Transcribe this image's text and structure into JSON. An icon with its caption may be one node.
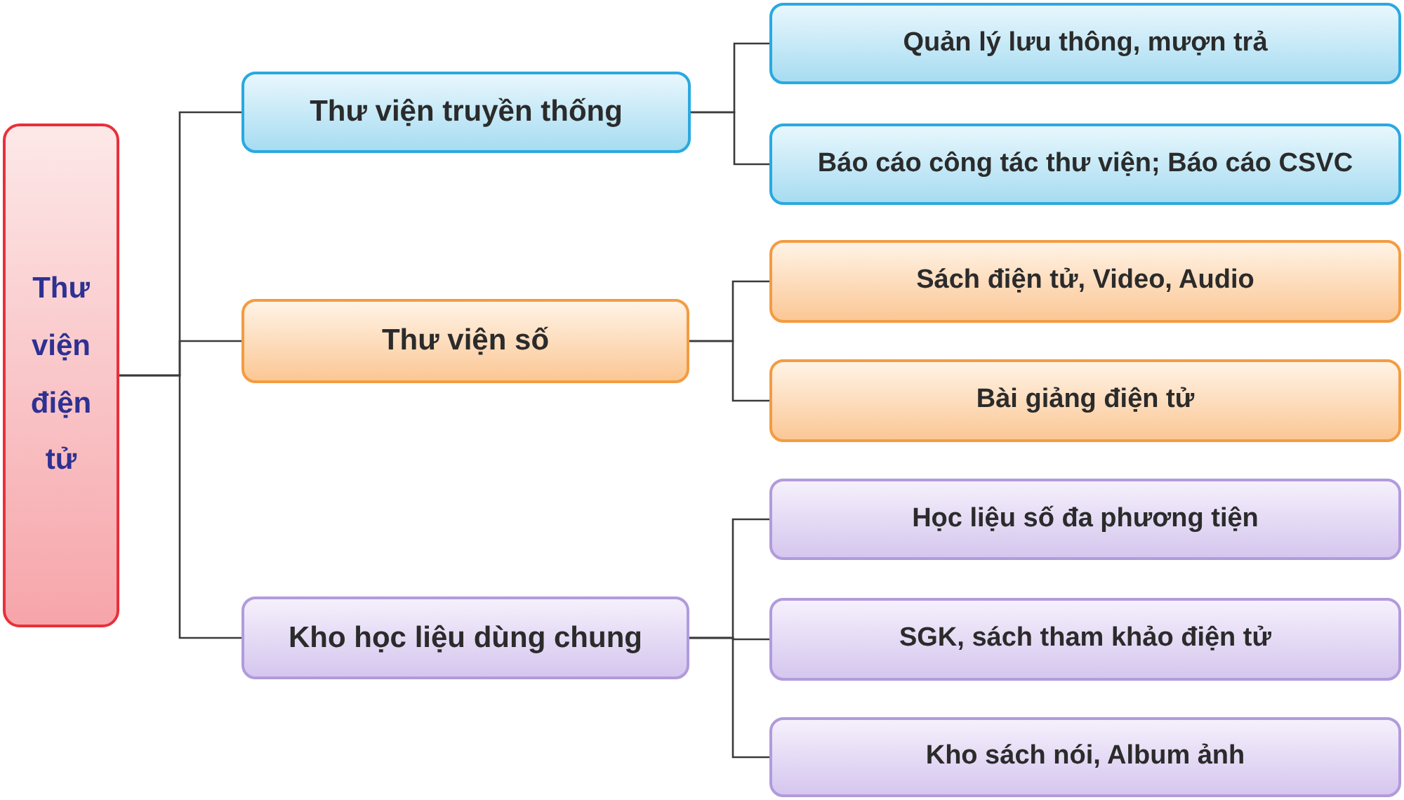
{
  "diagram": {
    "nodes": [
      {
        "text": [
          "Thư viện điện tử"
        ]
      },
      {
        "text": [
          "Thư viện truyền thống"
        ]
      },
      {
        "text": [
          "Quản lý lưu thông, mượn trả"
        ]
      },
      {
        "text": [
          "Báo cáo công tác thư viện; Báo cáo CSVC"
        ]
      },
      {
        "text": [
          "Thư viện số"
        ]
      },
      {
        "text": [
          "Sách điện tử, Video, Audio"
        ]
      },
      {
        "text": [
          "Bài giảng điện tử"
        ]
      },
      {
        "text": [
          "Kho học liệu dùng chung"
        ]
      },
      {
        "text": [
          "Học liệu số đa phương tiện"
        ]
      },
      {
        "text": [
          "SGK, sách tham khảo điện tử"
        ]
      },
      {
        "text": [
          "Kho sách nói, Album ảnh"
        ]
      }
    ],
    "edges": [
      {
        "from": 0,
        "to": 1,
        "arrow": "none"
      },
      {
        "from": 0,
        "to": 4,
        "arrow": "none"
      },
      {
        "from": 0,
        "to": 7,
        "arrow": "none"
      },
      {
        "from": 1,
        "to": 2,
        "arrow": "none"
      },
      {
        "from": 1,
        "to": 3,
        "arrow": "none"
      },
      {
        "from": 4,
        "to": 5,
        "arrow": "none"
      },
      {
        "from": 4,
        "to": 6,
        "arrow": "none"
      },
      {
        "from": 7,
        "to": 8,
        "arrow": "none"
      },
      {
        "from": 7,
        "to": 9,
        "arrow": "none"
      },
      {
        "from": 7,
        "to": 10,
        "arrow": "none"
      }
    ]
  }
}
